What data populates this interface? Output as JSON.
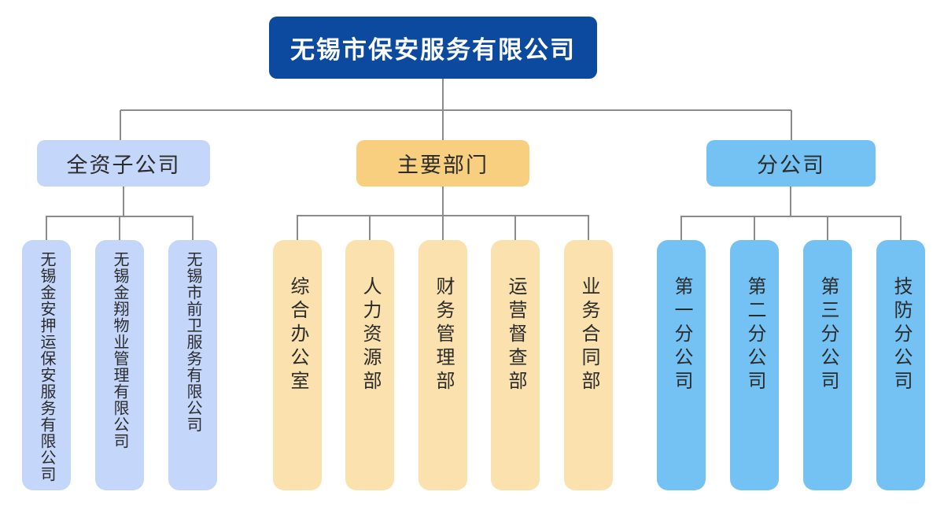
{
  "root": {
    "label": "无锡市保安服务有限公司"
  },
  "colors": {
    "root_bg": "#0b4a9f",
    "root_text": "#ffffff",
    "subsidiary_fill": "#c4d6fa",
    "department_header_fill": "#f8cf7e",
    "department_fill": "#fae1ae",
    "branch_fill": "#74c2f3",
    "connector_line": "#8b8b8b",
    "node_text": "#2b2b2b"
  },
  "groups": [
    {
      "label": "全资子公司",
      "children": [
        "无锡金安押运保安服务有限公司",
        "无锡金翔物业管理有限公司",
        "无锡市前卫服务有限公司"
      ]
    },
    {
      "label": "主要部门",
      "children": [
        "综合办公室",
        "人力资源部",
        "财务管理部",
        "运营督查部",
        "业务合同部"
      ]
    },
    {
      "label": "分公司",
      "children": [
        "第一分公司",
        "第二分公司",
        "第三分公司",
        "技防分公司"
      ]
    }
  ]
}
